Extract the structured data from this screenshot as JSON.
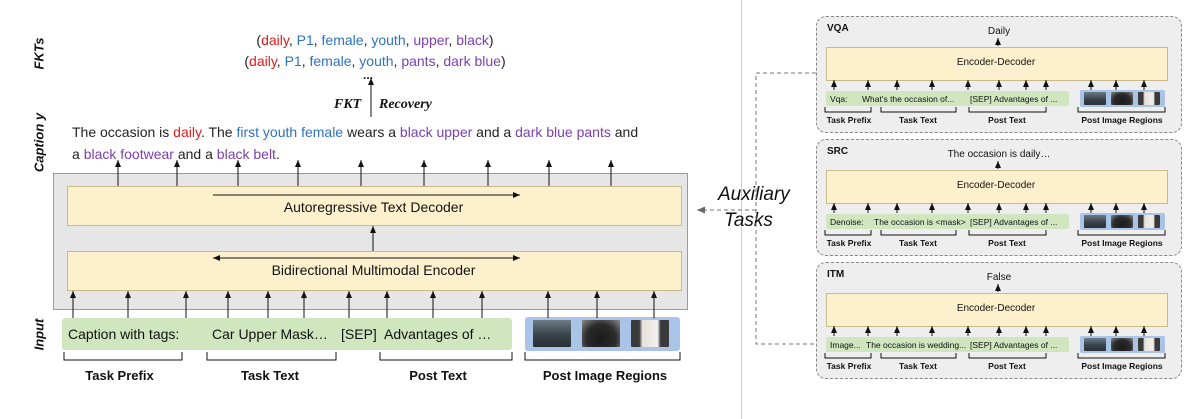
{
  "left": {
    "side_labels": {
      "fkts": "FKTs",
      "caption": "Caption y",
      "input": "Input"
    },
    "fkt_lines": [
      [
        {
          "t": "(",
          "c": "dark"
        },
        {
          "t": "daily",
          "c": "red"
        },
        {
          "t": ", ",
          "c": "dark"
        },
        {
          "t": "P1",
          "c": "pblue"
        },
        {
          "t": ", ",
          "c": "dark"
        },
        {
          "t": "female",
          "c": "pblue"
        },
        {
          "t": ", ",
          "c": "dark"
        },
        {
          "t": "youth",
          "c": "pblue"
        },
        {
          "t": ", ",
          "c": "dark"
        },
        {
          "t": "upper",
          "c": "purple"
        },
        {
          "t": ", ",
          "c": "dark"
        },
        {
          "t": "black",
          "c": "purple"
        },
        {
          "t": ")",
          "c": "dark"
        }
      ],
      [
        {
          "t": "(",
          "c": "dark"
        },
        {
          "t": "daily",
          "c": "red"
        },
        {
          "t": ", ",
          "c": "dark"
        },
        {
          "t": "P1",
          "c": "pblue"
        },
        {
          "t": ", ",
          "c": "dark"
        },
        {
          "t": "female",
          "c": "pblue"
        },
        {
          "t": ", ",
          "c": "dark"
        },
        {
          "t": "youth",
          "c": "pblue"
        },
        {
          "t": ", ",
          "c": "dark"
        },
        {
          "t": "pants",
          "c": "purple"
        },
        {
          "t": ", ",
          "c": "dark"
        },
        {
          "t": "dark blue",
          "c": "purple"
        },
        {
          "t": ")",
          "c": "dark"
        }
      ]
    ],
    "ellipsis": "...",
    "fkt_word": "FKT",
    "recovery_word": "Recovery",
    "caption_lines": [
      [
        {
          "t": "The occasion is ",
          "c": "dark"
        },
        {
          "t": "daily",
          "c": "red"
        },
        {
          "t": ". The ",
          "c": "dark"
        },
        {
          "t": "first youth female",
          "c": "pblue"
        },
        {
          "t": " wears a ",
          "c": "dark"
        },
        {
          "t": "black upper",
          "c": "purple"
        },
        {
          "t": " and a ",
          "c": "dark"
        },
        {
          "t": "dark blue pants",
          "c": "purple"
        },
        {
          "t": " and",
          "c": "dark"
        }
      ],
      [
        {
          "t": "a ",
          "c": "dark"
        },
        {
          "t": "black footwear",
          "c": "purple"
        },
        {
          "t": " and a ",
          "c": "dark"
        },
        {
          "t": "black belt",
          "c": "purple"
        },
        {
          "t": ".",
          "c": "dark"
        }
      ]
    ],
    "decoder_label": "Autoregressive Text Decoder",
    "encoder_label": "Bidirectional Multimodal Encoder",
    "input_segments": {
      "prefix": "Caption with tags:",
      "task_text": "Car Upper Mask…",
      "sep": "[SEP]",
      "post_text": "Advantages of …"
    },
    "bottom_labels": {
      "task_prefix": "Task Prefix",
      "task_text": "Task Text",
      "post_text": "Post Text",
      "post_image_regions": "Post Image Regions"
    }
  },
  "middle": {
    "line1": "Auxiliary",
    "line2": "Tasks"
  },
  "panels": [
    {
      "title": "VQA",
      "output": "Daily",
      "box_label": "Encoder-Decoder",
      "prefix": "Vqa:",
      "task_text": "What's the occasion of...",
      "sep_post": "[SEP] Advantages of ...",
      "labels": {
        "task_prefix": "Task Prefix",
        "task_text": "Task Text",
        "post_text": "Post Text",
        "post_image_regions": "Post Image Regions"
      }
    },
    {
      "title": "SRC",
      "output": "The occasion is daily…",
      "box_label": "Encoder-Decoder",
      "prefix": "Denoise:",
      "task_text": "The occasion is <mask>",
      "sep_post": "[SEP] Advantages of ...",
      "labels": {
        "task_prefix": "Task Prefix",
        "task_text": "Task Text",
        "post_text": "Post Text",
        "post_image_regions": "Post Image Regions"
      }
    },
    {
      "title": "ITM",
      "output": "False",
      "box_label": "Encoder-Decoder",
      "prefix": "Image...",
      "task_text": "The occasion is wedding...",
      "sep_post": "[SEP] Advantages of ...",
      "labels": {
        "task_prefix": "Task Prefix",
        "task_text": "Task Text",
        "post_text": "Post Text",
        "post_image_regions": "Post Image Regions"
      }
    }
  ]
}
